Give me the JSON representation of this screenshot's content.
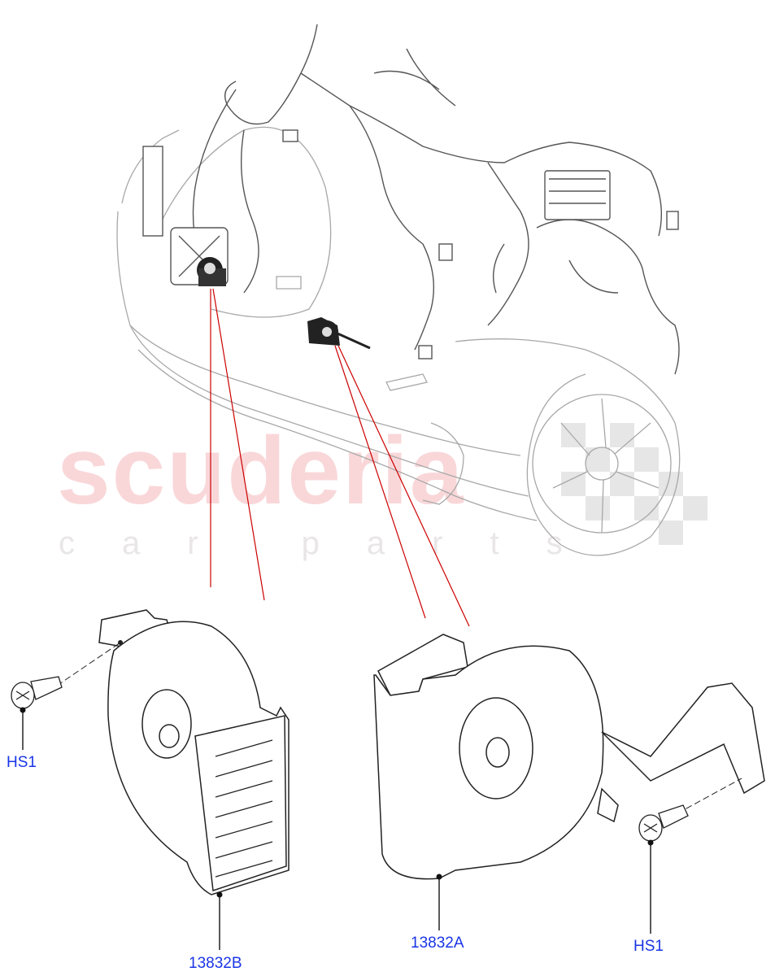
{
  "watermark": {
    "brand": "scuderia",
    "tagline": "car parts",
    "brand_color": "#f9d7d9",
    "tagline_color": "#e9e6e8"
  },
  "diagram": {
    "subject": "Front vehicle wiring harness with horn locations",
    "leader_line_color": "#cc0000",
    "callout_color": "#1a35e6",
    "callouts": [
      {
        "id": "hs1-left",
        "label": "HS1",
        "part": "bolt"
      },
      {
        "id": "13832b",
        "label": "13832B",
        "part": "horn-left"
      },
      {
        "id": "13832a",
        "label": "13832A",
        "part": "horn-right"
      },
      {
        "id": "hs1-right",
        "label": "HS1",
        "part": "bolt"
      }
    ]
  }
}
